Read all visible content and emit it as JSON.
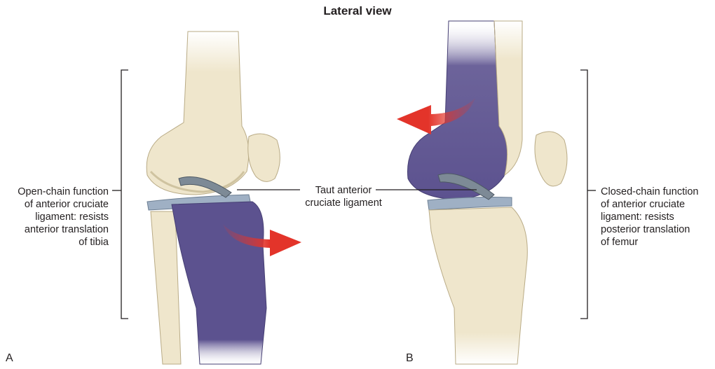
{
  "title": "Lateral view",
  "panel_a": {
    "letter": "A",
    "caption_lines": [
      "Open-chain function",
      "of anterior cruciate",
      "ligament: resists",
      "anterior translation",
      "of tibia"
    ]
  },
  "panel_b": {
    "letter": "B",
    "caption_lines": [
      "Closed-chain function",
      "of anterior cruciate",
      "ligament: resists",
      "posterior translation",
      "of femur"
    ]
  },
  "center_label_lines": [
    "Taut anterior",
    "cruciate ligament"
  ],
  "colors": {
    "bone": "#efe6cc",
    "bone_shadow": "#cfc3a0",
    "highlight_bone": "#5c528f",
    "highlight_bone_light": "#8a80b8",
    "arrow": "#e3342a",
    "meniscus": "#9fb0c4",
    "ligament": "#7d8a96",
    "line": "#231f20"
  }
}
